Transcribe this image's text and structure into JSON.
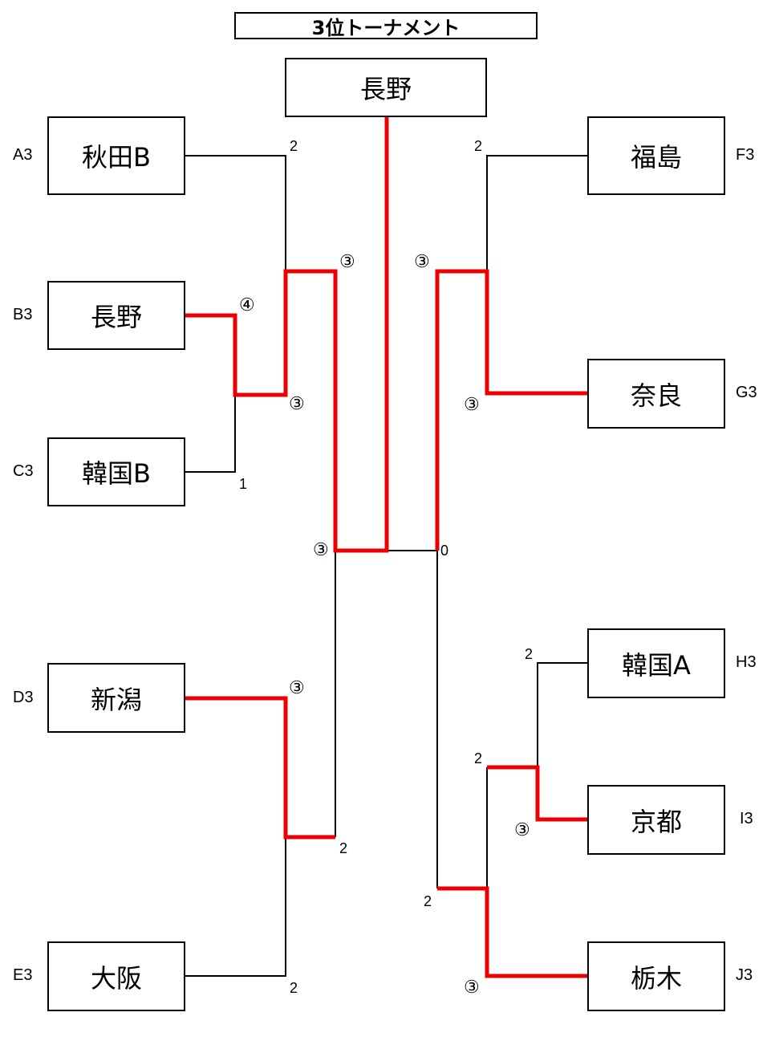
{
  "title": "3位トーナメント",
  "champion": "長野",
  "teams": {
    "A3": {
      "seed": "A3",
      "name": "秋田B"
    },
    "B3": {
      "seed": "B3",
      "name": "長野"
    },
    "C3": {
      "seed": "C3",
      "name": "韓国B"
    },
    "D3": {
      "seed": "D3",
      "name": "新潟"
    },
    "E3": {
      "seed": "E3",
      "name": "大阪"
    },
    "F3": {
      "seed": "F3",
      "name": "福島"
    },
    "G3": {
      "seed": "G3",
      "name": "奈良"
    },
    "H3": {
      "seed": "H3",
      "name": "韓国A"
    },
    "I3": {
      "seed": "I3",
      "name": "京都"
    },
    "J3": {
      "seed": "J3",
      "name": "栃木"
    }
  },
  "scores": {
    "a3": "2",
    "b3": "④",
    "c3": "1",
    "bc_winner": "③",
    "left_top_winner": "③",
    "d3": "③",
    "e3": "2",
    "de_lower": "2",
    "left_final": "③",
    "right_final": "0",
    "f3": "2",
    "right_top_winner": "③",
    "g3": "③",
    "h3": "2",
    "hi_upper": "2",
    "i3": "③",
    "hij_upper": "2",
    "j3": "③"
  },
  "colors": {
    "winner_line": "#ee0000",
    "line": "#000000"
  }
}
